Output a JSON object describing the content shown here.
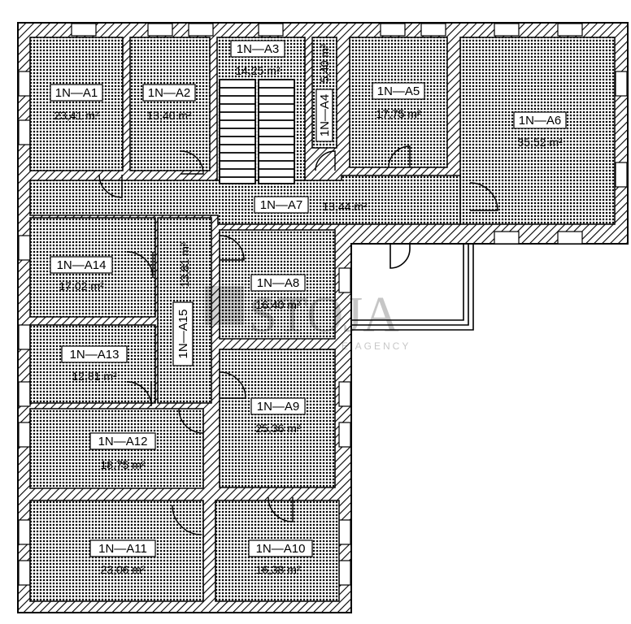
{
  "rooms": {
    "a1": {
      "name": "1N—A1",
      "area": "23,41 m²"
    },
    "a2": {
      "name": "1N—A2",
      "area": "13,40 m²"
    },
    "a3": {
      "name": "1N—A3",
      "area": "14,25 m²"
    },
    "a4": {
      "name": "1N—A4",
      "area": "5,40 m²"
    },
    "a5": {
      "name": "1N—A5",
      "area": "17,75 m²"
    },
    "a6": {
      "name": "1N—A6",
      "area": "35,52 m²"
    },
    "a7": {
      "name": "1N—A7",
      "area": "13,44 m²"
    },
    "a8": {
      "name": "1N—A8",
      "area": "16,40 m²"
    },
    "a9": {
      "name": "1N—A9",
      "area": "25,36 m²"
    },
    "a10": {
      "name": "1N—A10",
      "area": "16,38 m²"
    },
    "a11": {
      "name": "1N—A11",
      "area": "23,06 m²"
    },
    "a12": {
      "name": "1N—A12",
      "area": "18,75 m²"
    },
    "a13": {
      "name": "1N—A13",
      "area": "12,81 m²"
    },
    "a14": {
      "name": "1N—A14",
      "area": "17,02 m²"
    },
    "a15": {
      "name": "1N—A15",
      "area": "13,81 m²"
    }
  },
  "watermark": {
    "brand": "STOJA",
    "tagline": "E AGENCY"
  },
  "colors": {
    "wall": "#000000",
    "floor": "#d7d7d7",
    "background": "#ffffff"
  }
}
